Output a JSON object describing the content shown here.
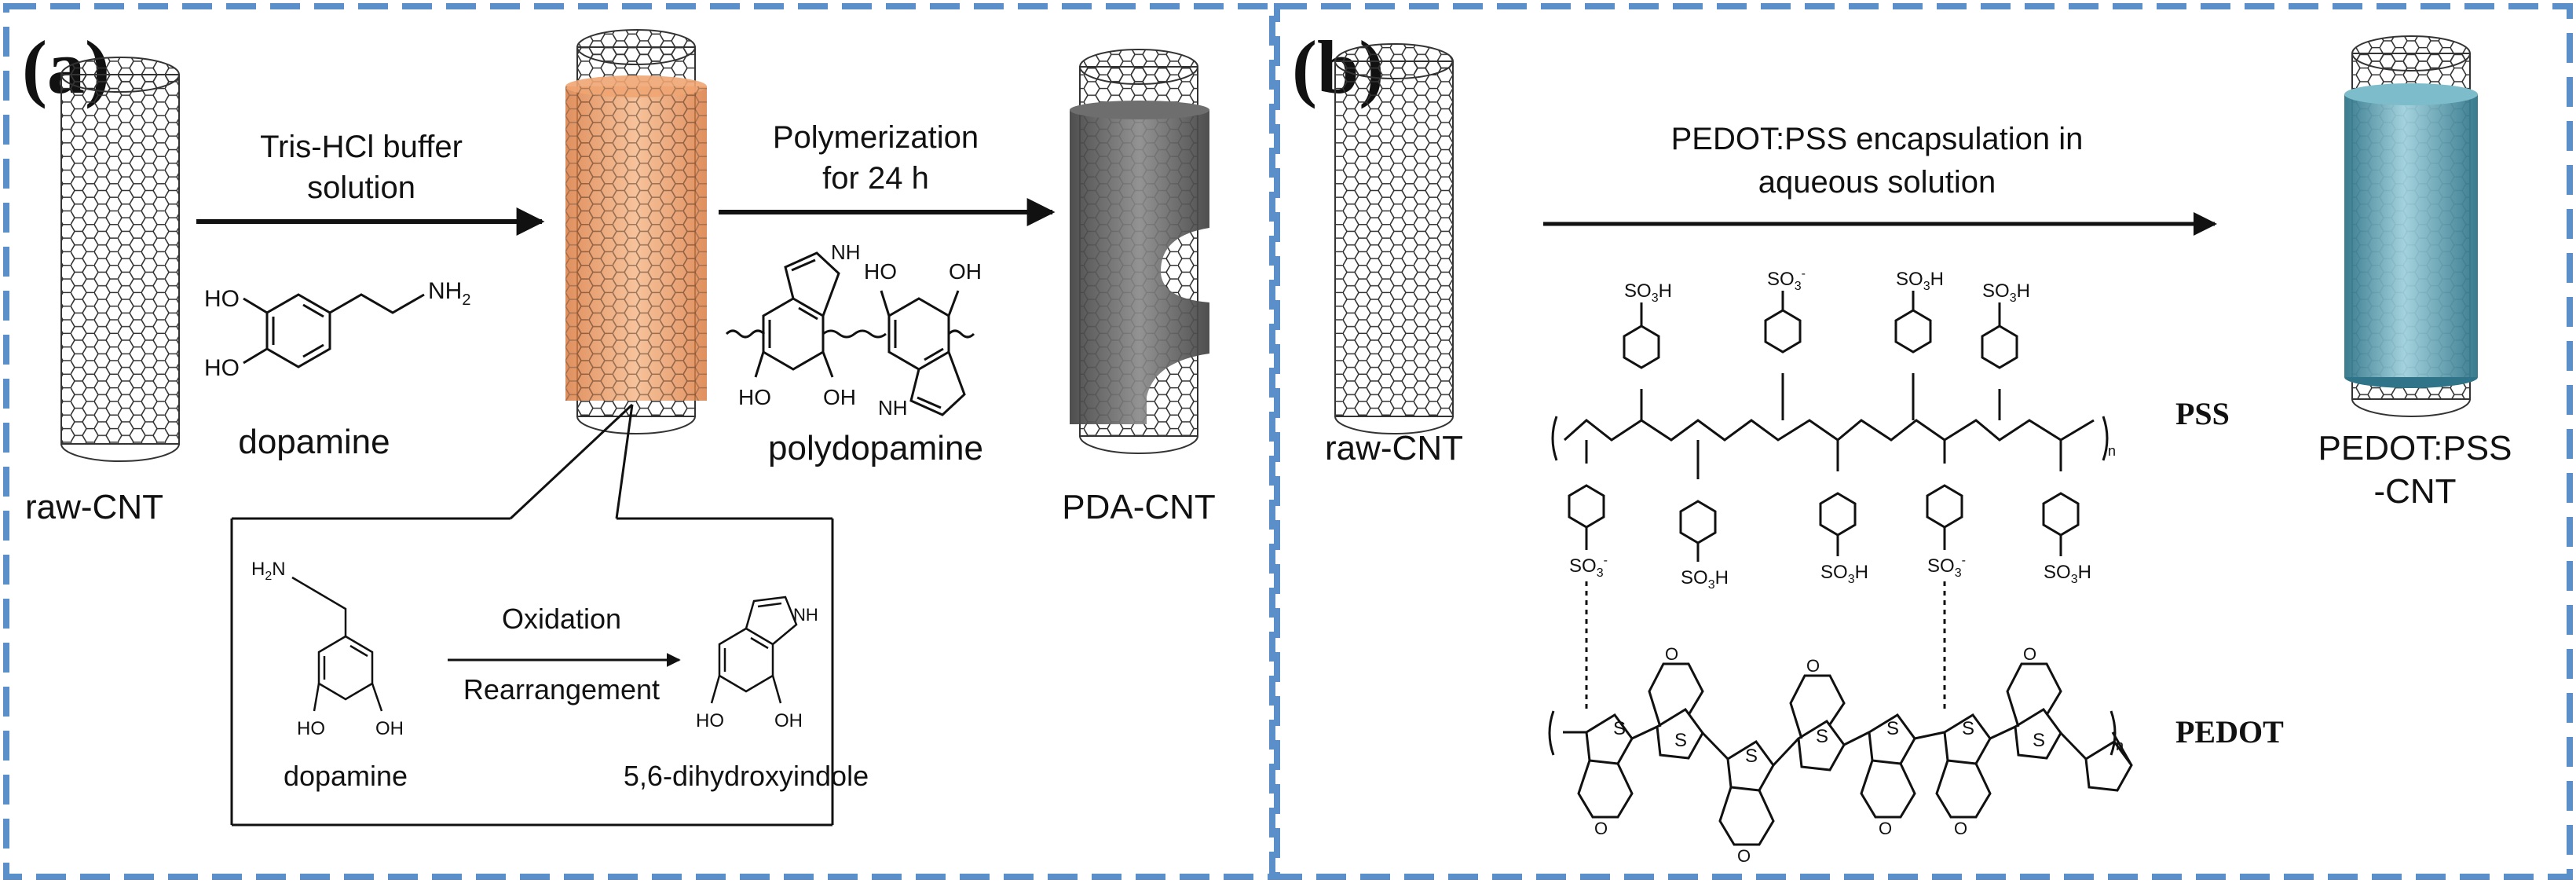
{
  "panel_a": {
    "label": "(a)",
    "raw_cnt_label": "raw-CNT",
    "step1_line1": "Tris-HCl buffer",
    "step1_line2": "solution",
    "dopamine_label": "dopamine",
    "step2_line1": "Polymerization",
    "step2_line2": "for 24 h",
    "polydopamine_label": "polydopamine",
    "pda_cnt_label": "PDA-CNT",
    "inset": {
      "dopamine_label": "dopamine",
      "arrow_top": "Oxidation",
      "arrow_bottom": "Rearrangement",
      "product_label": "5,6-dihydroxyindole"
    },
    "atoms": {
      "ho": "HO",
      "oh": "OH",
      "nh2": "NH",
      "nh2_sub": "2",
      "nh": "NH",
      "h2n": "H",
      "h2n_sub": "2",
      "h2n_n": "N"
    }
  },
  "panel_b": {
    "label": "(b)",
    "raw_cnt_label": "raw-CNT",
    "step_line1": "PEDOT:PSS encapsulation in",
    "step_line2": "aqueous solution",
    "pss_label": "PSS",
    "pedot_label": "PEDOT",
    "product_line1": "PEDOT:PSS",
    "product_line2": "-CNT",
    "n_sub": "n",
    "groups": {
      "so3h": "SO",
      "so3h_sub": "3",
      "so3h_h": "H",
      "so3minus_sup": "-",
      "sulfur": "S",
      "oxygen": "O"
    }
  },
  "colors": {
    "border": "#5b8fc9",
    "orange_tube": "#e8975a",
    "gray_tube": "#5f5f5f",
    "teal_tube": "#3f8ea3"
  }
}
